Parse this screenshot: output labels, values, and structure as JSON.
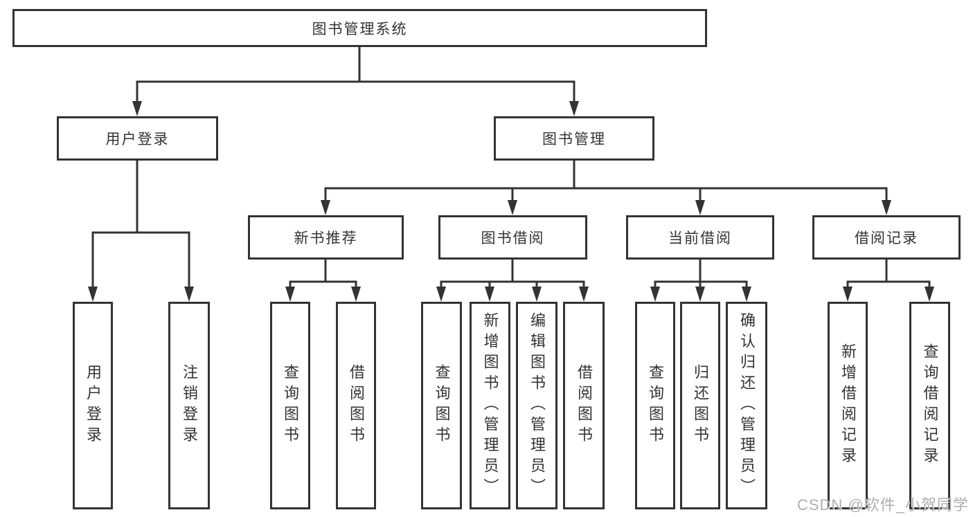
{
  "tree": {
    "root": {
      "label": "图书管理系统"
    },
    "branches": [
      {
        "label": "用户登录",
        "leaves": [
          {
            "label": "用户登录"
          },
          {
            "label": "注销登录"
          }
        ]
      },
      {
        "label": "图书管理",
        "groups": [
          {
            "label": "新书推荐",
            "leaves": [
              {
                "label": "查询图书"
              },
              {
                "label": "借阅图书"
              }
            ]
          },
          {
            "label": "图书借阅",
            "leaves": [
              {
                "label": "查询图书"
              },
              {
                "label": "新增图书（管理员）"
              },
              {
                "label": "编辑图书（管理员）"
              },
              {
                "label": "借阅图书"
              }
            ]
          },
          {
            "label": "当前借阅",
            "leaves": [
              {
                "label": "查询图书"
              },
              {
                "label": "归还图书"
              },
              {
                "label": "确认归还（管理员）"
              }
            ]
          },
          {
            "label": "借阅记录",
            "leaves": [
              {
                "label": "新增借阅记录"
              },
              {
                "label": "查询借阅记录"
              }
            ]
          }
        ]
      }
    ]
  },
  "watermark": {
    "text": "CSDN @软件_小贺同学"
  },
  "colors": {
    "line": "#333333",
    "box_border": "#333333",
    "box_fill": "#ffffff",
    "text": "#333333",
    "watermark": "#a5a5a5"
  }
}
